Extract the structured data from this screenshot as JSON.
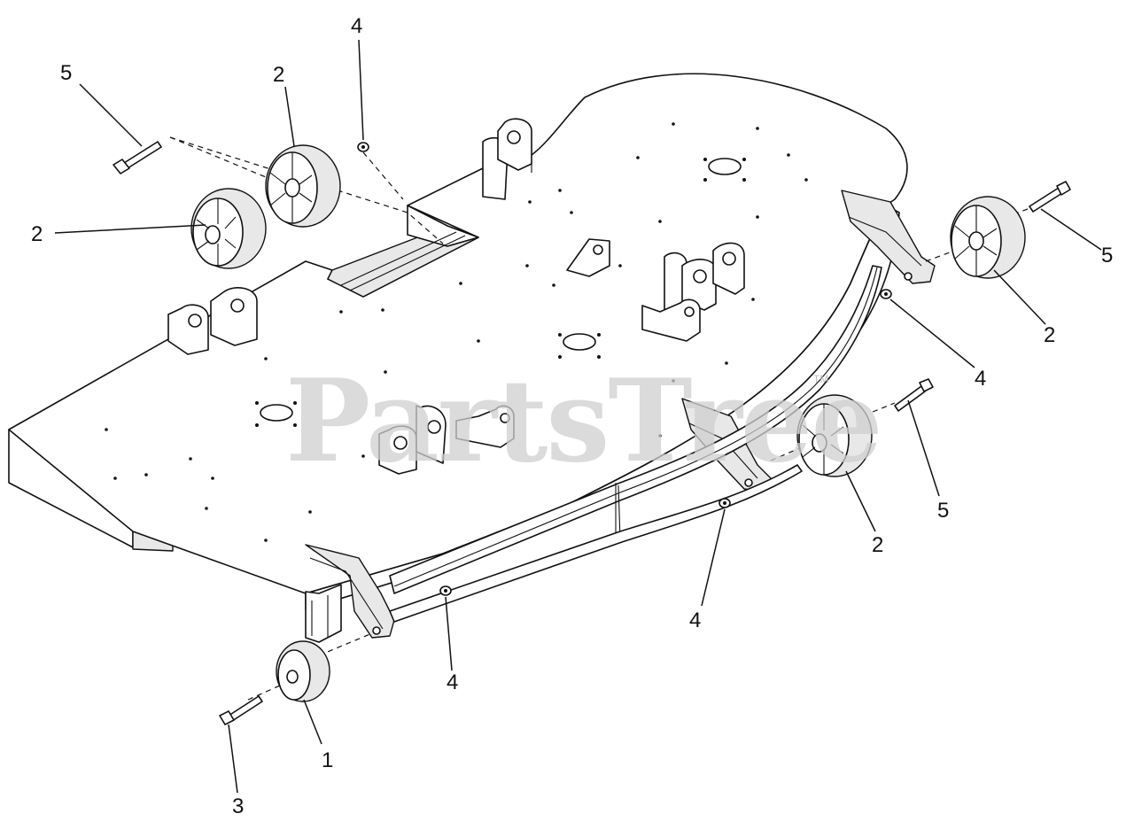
{
  "watermark": {
    "text": "PartsTree",
    "mark": "TM"
  },
  "callouts": [
    {
      "id": "c-5-tl",
      "label": "5"
    },
    {
      "id": "c-2-tl",
      "label": "2"
    },
    {
      "id": "c-2-l",
      "label": "2"
    },
    {
      "id": "c-4-t",
      "label": "4"
    },
    {
      "id": "c-5-r",
      "label": "5"
    },
    {
      "id": "c-2-r",
      "label": "2"
    },
    {
      "id": "c-4-r",
      "label": "4"
    },
    {
      "id": "c-5-mr",
      "label": "5"
    },
    {
      "id": "c-2-mr",
      "label": "2"
    },
    {
      "id": "c-4-mb",
      "label": "4"
    },
    {
      "id": "c-4-b",
      "label": "4"
    },
    {
      "id": "c-1-b",
      "label": "1"
    },
    {
      "id": "c-3-b",
      "label": "3"
    }
  ]
}
